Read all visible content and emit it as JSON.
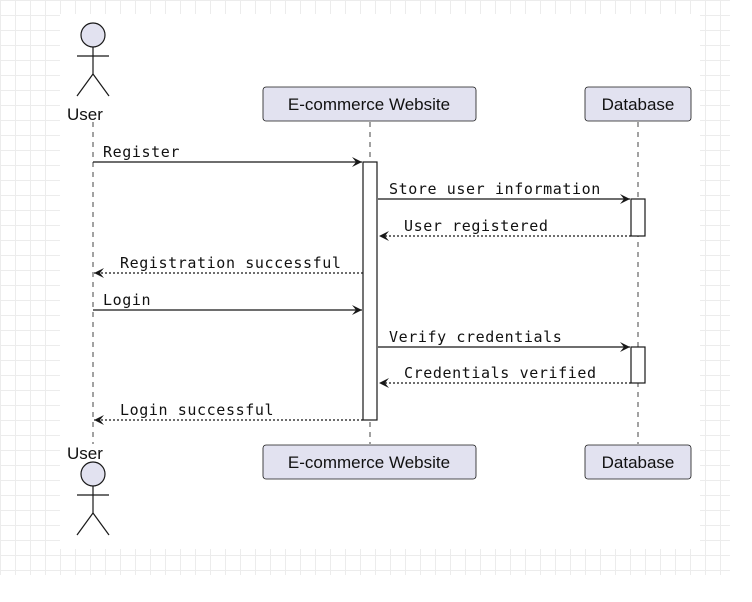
{
  "diagram": {
    "type": "sequence",
    "participants": {
      "user": {
        "label": "User",
        "kind": "actor"
      },
      "website": {
        "label": "E-commerce Website",
        "kind": "participant"
      },
      "database": {
        "label": "Database",
        "kind": "participant"
      }
    },
    "messages": [
      {
        "from": "User",
        "to": "E-commerce Website",
        "label": "Register",
        "style": "solid"
      },
      {
        "from": "E-commerce Website",
        "to": "Database",
        "label": "Store user information",
        "style": "solid"
      },
      {
        "from": "Database",
        "to": "E-commerce Website",
        "label": "User registered",
        "style": "dotted"
      },
      {
        "from": "E-commerce Website",
        "to": "User",
        "label": "Registration successful",
        "style": "dotted"
      },
      {
        "from": "User",
        "to": "E-commerce Website",
        "label": "Login",
        "style": "solid"
      },
      {
        "from": "E-commerce Website",
        "to": "Database",
        "label": "Verify credentials",
        "style": "solid"
      },
      {
        "from": "Database",
        "to": "E-commerce Website",
        "label": "Credentials verified",
        "style": "dotted"
      },
      {
        "from": "E-commerce Website",
        "to": "User",
        "label": "Login successful",
        "style": "dotted"
      }
    ],
    "colors": {
      "participant_fill": "#e2e2f0",
      "line": "#181818",
      "grid": "#ececec"
    }
  }
}
